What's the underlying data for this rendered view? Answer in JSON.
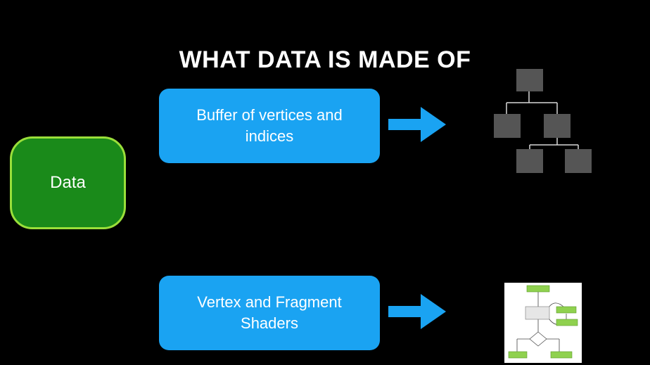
{
  "slide": {
    "title": "WHAT DATA IS MADE OF",
    "data_label": "Data",
    "boxes": [
      {
        "label": "Buffer of vertices and indices"
      },
      {
        "label": "Vertex and Fragment Shaders"
      }
    ]
  },
  "colors": {
    "background": "#000000",
    "data_fill": "#1a8a1a",
    "data_border": "#9adf3a",
    "box_fill": "#1aa3f2",
    "tree_node": "#555555",
    "flow_node": "#8fd14f"
  },
  "icons": [
    "arrow-right-icon",
    "tree-diagram-icon",
    "flowchart-icon"
  ]
}
